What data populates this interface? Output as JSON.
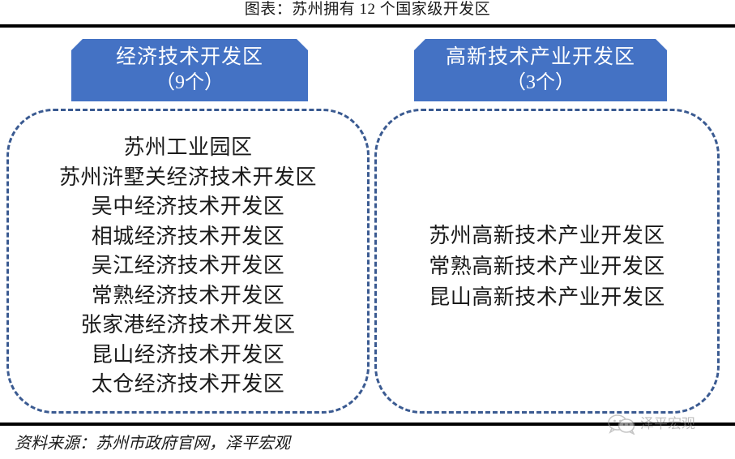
{
  "title": "图表：苏州拥有 12 个国家级开发区",
  "columns": [
    {
      "heading_main": "经济技术开发区",
      "heading_count": "（9个）",
      "items": [
        "苏州工业园区",
        "苏州浒墅关经济技术开发区",
        "吴中经济技术开发区",
        "相城经济技术开发区",
        "吴江经济技术开发区",
        "常熟经济技术开发区",
        "张家港经济技术开发区",
        "昆山经济技术开发区",
        "太仓经济技术开发区"
      ]
    },
    {
      "heading_main": "高新技术产业开发区",
      "heading_count": "（3个）",
      "items": [
        "苏州高新技术产业开发区",
        "常熟高新技术产业开发区",
        "昆山高新技术产业开发区"
      ]
    }
  ],
  "footer": {
    "source": "资料来源：苏州市政府官网，泽平宏观",
    "watermark_text": "泽平宏观",
    "watermark_icon": "wechat-icon"
  },
  "colors": {
    "banner_blue": "#4472C4",
    "dashed_border": "#3A5A91",
    "rule_black": "#000000"
  }
}
